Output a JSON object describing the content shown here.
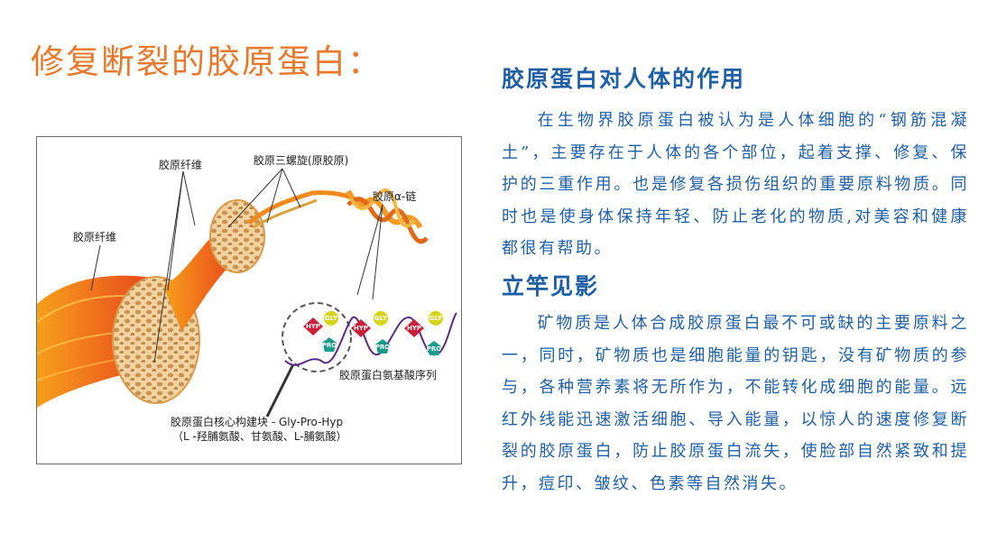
{
  "main_title": "修复断裂的胶原蛋白：",
  "figure": {
    "labels": {
      "fiber_left": "胶原纤维",
      "fiber_top": "胶原纤维",
      "triple_helix": "胶原三螺旋(原胶原)",
      "alpha_chain": "胶原α-链",
      "amino_sequence": "胶原蛋白氨基酸序列",
      "core_block_line1": "胶原蛋白核心构建块 - Gly-Pro-Hyp",
      "core_block_line2": "（L -羟脯氨酸、甘氨酸、L-脯氨酸）"
    },
    "tags": {
      "hyp": "HYP",
      "gly": "GLY",
      "pro": "PRO"
    },
    "colors": {
      "hyp": "#c8203a",
      "gly": "#d8d21a",
      "pro": "#1a9a8a",
      "chain": "#5b2a86"
    }
  },
  "section1": {
    "title": "胶原蛋白对人体的作用",
    "body": "在生物界胶原蛋白被认为是人体细胞的“钢筋混凝土”，主要存在于人体的各个部位，起着支撑、修复、保护的三重作用。也是修复各损伤组织的重要原料物质。同时也是使身体保持年轻、防止老化的物质,对美容和健康都很有帮助。"
  },
  "section2": {
    "title": "立竿见影",
    "body": "矿物质是人体合成胶原蛋白最不可或缺的主要原料之一，同时，矿物质也是细胞能量的钥匙，没有矿物质的参与，各种营养素将无所作为，不能转化成细胞的能量。远红外线能迅速激活细胞、导入能量，以惊人的速度修复断裂的胶原蛋白，防止胶原蛋白流失，使脸部自然紧致和提升，痘印、皱纹、色素等自然消失。"
  },
  "colors": {
    "title": "#e8782b",
    "text": "#1f5fa6"
  }
}
